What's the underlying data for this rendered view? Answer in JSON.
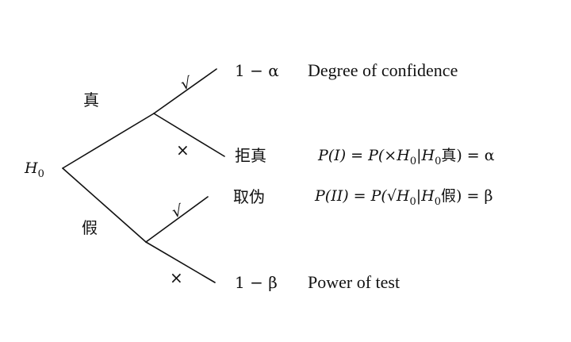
{
  "root": {
    "symbol": "H",
    "subscript": "0"
  },
  "branches": {
    "true_label": "真",
    "false_label": "假"
  },
  "marks": {
    "check": "√",
    "cross": "×"
  },
  "outcomes": {
    "top": {
      "expr": "1 − α",
      "desc": "Degree of confidence"
    },
    "reject_true": {
      "label": "拒真",
      "formula_prefix": "P(I) = P(×H",
      "formula_sub": "0",
      "formula_mid": "|H",
      "formula_sub2": "0",
      "formula_suffix": "真) = α"
    },
    "accept_false": {
      "label": "取伪",
      "formula_prefix": "P(II) = P(√H",
      "formula_sub": "0",
      "formula_mid": "|H",
      "formula_sub2": "0",
      "formula_suffix": "假) = β"
    },
    "bottom": {
      "expr": "1 − β",
      "desc": "Power of test"
    }
  }
}
